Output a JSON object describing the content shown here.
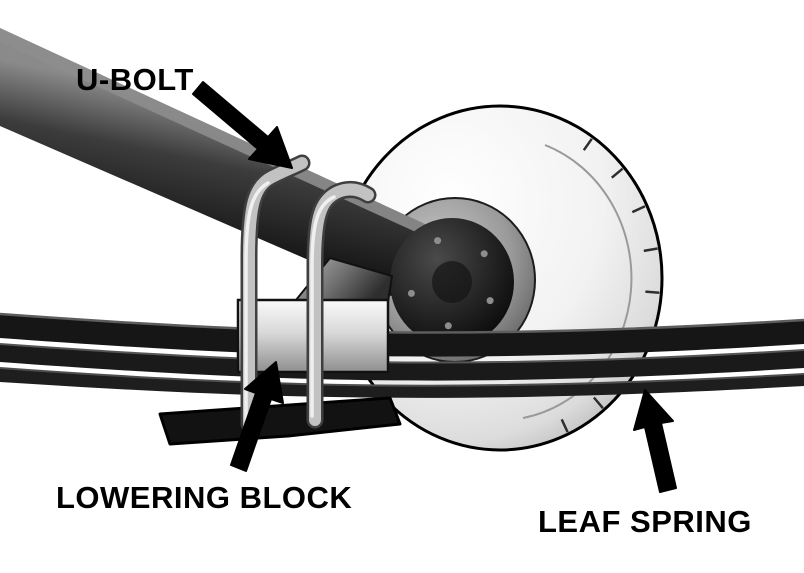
{
  "figure": {
    "background": "#ffffff",
    "ink": "#000000"
  },
  "labels": {
    "u_bolt": "U-BOLT",
    "lowering_block": "LOWERING BLOCK",
    "leaf_spring": "LEAF SPRING"
  },
  "icons": {
    "arrow_u_bolt": "arrow-pointer",
    "arrow_lowering_block": "arrow-pointer",
    "arrow_leaf_spring": "arrow-pointer"
  }
}
